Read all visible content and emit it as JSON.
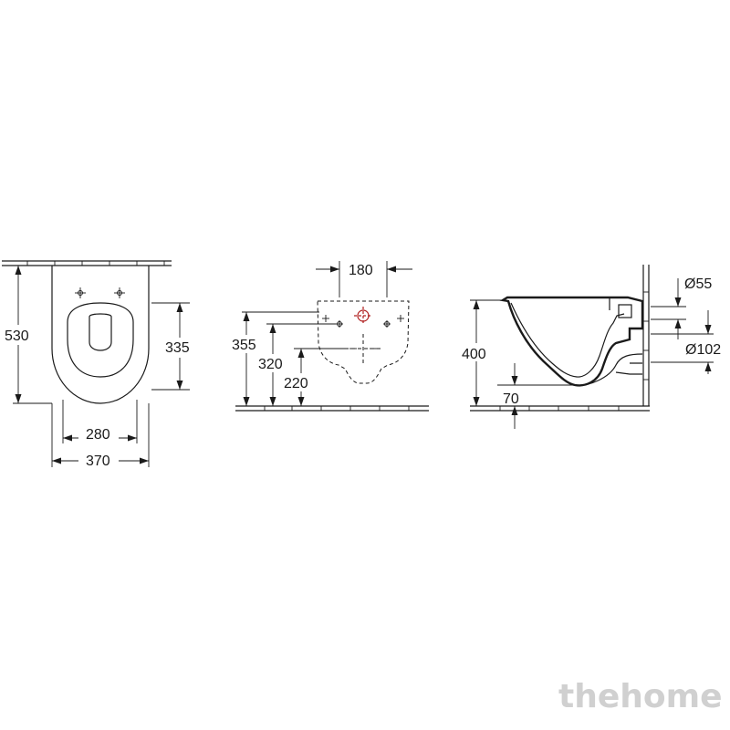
{
  "front_view": {
    "height_total": "530",
    "height_seat": "335",
    "width_inner": "280",
    "width_total": "370"
  },
  "mounting_view": {
    "spacing": "180",
    "height_a": "355",
    "height_b": "320",
    "height_c": "220"
  },
  "side_view": {
    "height": "400",
    "offset": "70",
    "inlet_diameter": "Ø55",
    "outlet_diameter": "Ø102"
  },
  "watermark": "thehome"
}
